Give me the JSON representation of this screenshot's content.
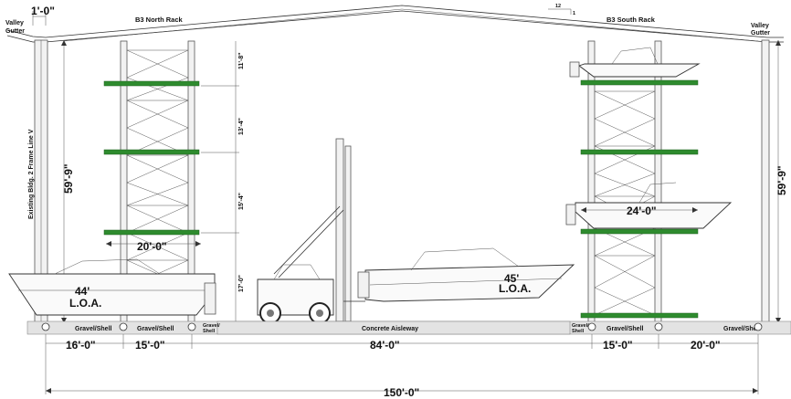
{
  "roof": {
    "pitch_rise": "12",
    "pitch_run": "1",
    "valley_gutter_left": [
      "Valley",
      "Gutter"
    ],
    "valley_gutter_right": [
      "Valley",
      "Gutter"
    ],
    "gutter_width": "1'-0\""
  },
  "racks": {
    "north_title": "B3 North Rack",
    "south_title": "B3 South Rack",
    "north_width": "20'-0\"",
    "south_width": "24'-0\"",
    "north_level_spacings": [
      "11'-8\"",
      "13'-4\"",
      "15'-4\"",
      "17'-0\""
    ]
  },
  "building": {
    "existing_label": "Existing Bldg. 2 Frame Line V",
    "height_left": "59'-9\"",
    "height_right": "59'-9\""
  },
  "boats": {
    "left_loa": [
      "44'",
      "L.O.A."
    ],
    "right_loa": [
      "45'",
      "L.O.A."
    ]
  },
  "ground": {
    "gravel_1": "Gravel/Shell",
    "gravel_2": "Gravel/Shell",
    "gravel_small_left": [
      "Gravel/",
      "Shell"
    ],
    "aisleway": "Concrete Aisleway",
    "gravel_small_right": [
      "Gravel/",
      "Shell"
    ],
    "gravel_3": "Gravel/Shell",
    "gravel_4": "Gravel/Shell"
  },
  "dimensions": {
    "segments": [
      "16'-0\"",
      "15'-0\"",
      "84'-0\"",
      "15'-0\"",
      "20'-0\""
    ],
    "total": "150'-0\""
  }
}
